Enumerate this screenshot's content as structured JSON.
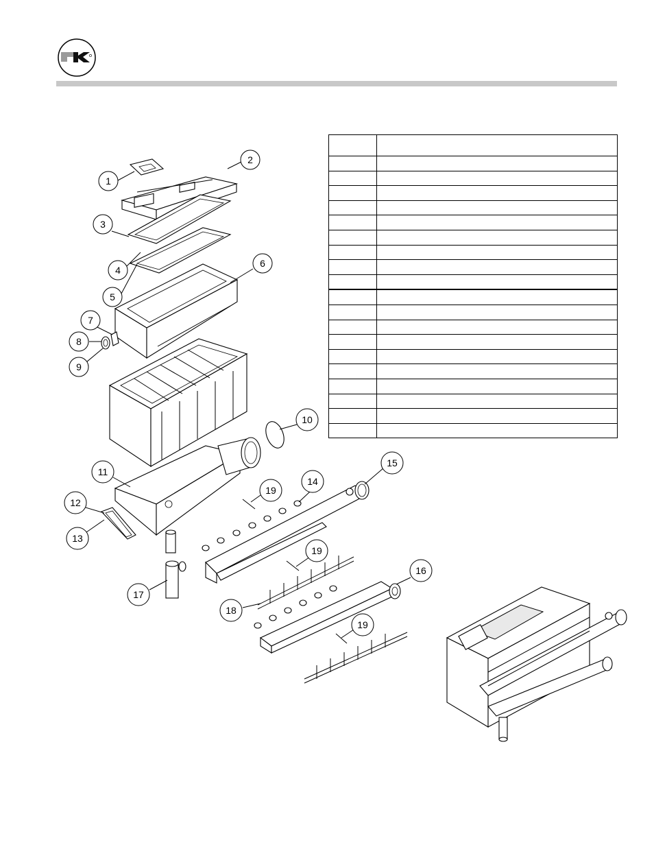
{
  "logo": {
    "text": "PK"
  },
  "parts_table": {
    "header": [
      "",
      ""
    ],
    "rows": 19
  },
  "callouts": [
    "1",
    "2",
    "3",
    "4",
    "5",
    "6",
    "7",
    "8",
    "9",
    "10",
    "11",
    "12",
    "13",
    "14",
    "15",
    "16",
    "17",
    "18",
    "19",
    "19",
    "19"
  ]
}
